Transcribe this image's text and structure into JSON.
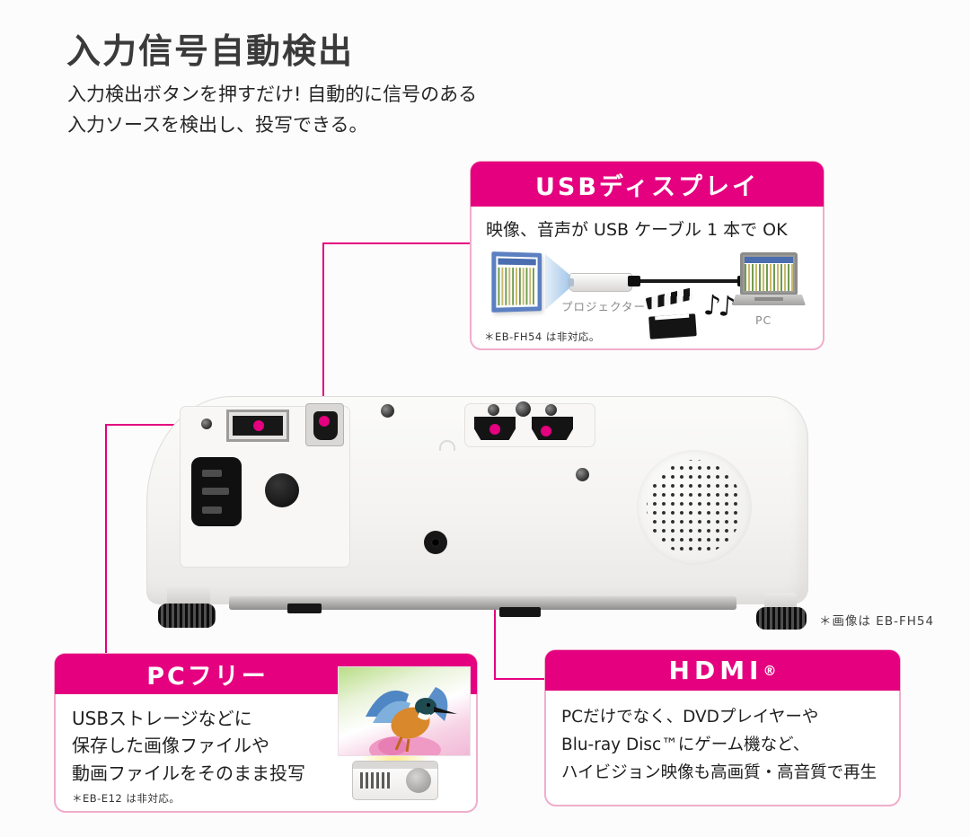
{
  "page": {
    "title": "入力信号自動検出",
    "subtitle_line1": "入力検出ボタンを押すだけ! 自動的に信号のある",
    "subtitle_line2": "入力ソースを検出し、投写できる。",
    "image_caption": "＊画像は EB-FH54"
  },
  "usb_display": {
    "header": "USBディスプレイ",
    "body": "映像、音声が USB ケーブル 1 本で OK",
    "projector_label": "プロジェクター",
    "pc_label": "PC",
    "footnote": "＊EB-FH54 は非対応。"
  },
  "pc_free": {
    "header": "PCフリー",
    "lines": [
      "USBストレージなどに",
      "保存した画像ファイルや",
      "動画ファイルをそのまま投写"
    ],
    "footnote": "＊EB-E12 は非対応。"
  },
  "hdmi": {
    "header": "HDMI",
    "header_sup": "®",
    "lines": [
      "PCだけでなく、DVDプレイヤーや",
      "Blu-ray Disc™にゲーム機など、",
      "ハイビジョン映像も高画質・高音質で再生"
    ]
  },
  "icons": {
    "music_notes": "♪♪"
  },
  "colors": {
    "accent": "#e4007f",
    "box_border": "#f0aecb",
    "beam": "#96bee6",
    "screen_frame": "#5c80c1"
  }
}
